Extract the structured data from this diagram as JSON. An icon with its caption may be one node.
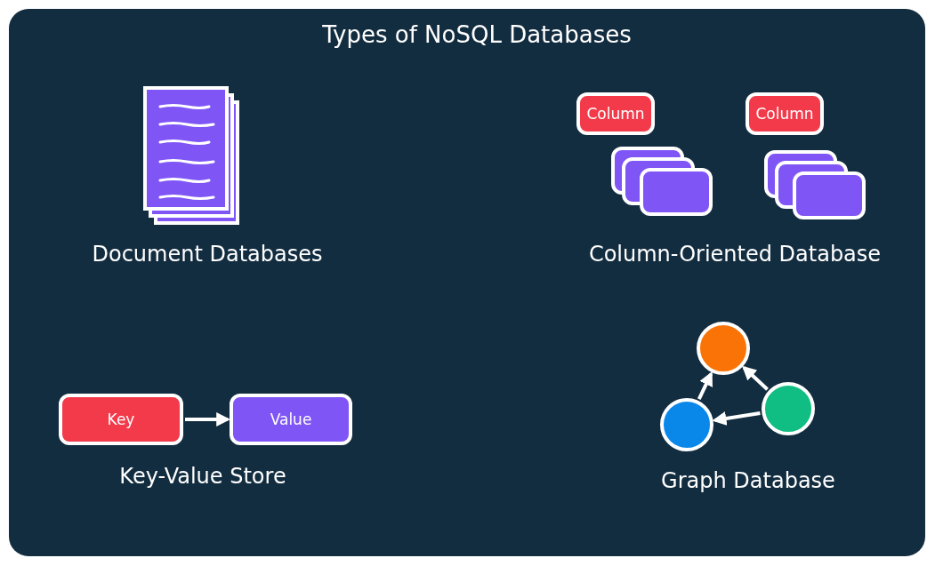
{
  "diagram": {
    "title": "Types of NoSQL Databases",
    "nodes": [
      {
        "text": [
          "Column"
        ]
      },
      {
        "text": [
          "Column"
        ]
      },
      {
        "text": [
          "Key"
        ]
      },
      {
        "text": [
          "Value"
        ]
      },
      {
        "text": [],
        "shape": "circle"
      },
      {
        "text": [],
        "shape": "circle"
      },
      {
        "text": [],
        "shape": "circle"
      }
    ],
    "edges": [
      {
        "from": 2,
        "to": 3,
        "arrow": "to"
      },
      {
        "from": 5,
        "to": 4,
        "arrow": "to"
      },
      {
        "from": 6,
        "to": 4,
        "arrow": "to"
      },
      {
        "from": 6,
        "to": 5,
        "arrow": "to"
      }
    ],
    "labels": [
      "Document Databases",
      "Column-Oriented Database",
      "Key-Value Store",
      "Graph Database"
    ]
  }
}
